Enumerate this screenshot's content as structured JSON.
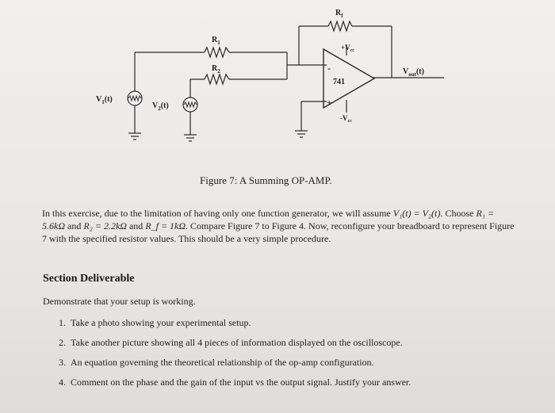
{
  "circuit": {
    "labels": {
      "rf": "R",
      "rf_sub": "f",
      "r1": "R",
      "r1_sub": "1",
      "r2": "R",
      "r2_sub": "2",
      "v1": "V",
      "v1_sub": "1",
      "v1_arg": "(t)",
      "v2": "V",
      "v2_sub": "2",
      "v2_arg": "(t)",
      "vout": "V",
      "vout_sub": "out",
      "vout_arg": "(t)",
      "opamp": "741",
      "vcc_pos": "+V",
      "vcc_pos_sub": "cc",
      "vcc_neg": "-V",
      "vcc_neg_sub": "cc",
      "minus": "-",
      "plus": "+"
    }
  },
  "figure_caption": "Figure 7: A Summing OP-AMP.",
  "paragraph": {
    "p1": "In this exercise, due to the limitation of having only one function generator, we will assume ",
    "eq_v": "V₁(t) = V₂(t).",
    "p2": " Choose ",
    "r1_eq": "R₁ = 5.6kΩ",
    "p3": " and ",
    "r2_eq": "R₂ = 2.2kΩ",
    "p4": " and ",
    "rf_eq": "R_f = 1kΩ.",
    "p5": " Compare Figure 7 to Figure 4. Now, reconfigure your breadboard to represent Figure 7 with the specified resistor values. This should be a very simple procedure."
  },
  "section": {
    "heading": "Section Deliverable",
    "intro": "Demonstrate that your setup is working.",
    "items": [
      {
        "num": "1.",
        "text": "Take a photo showing your experimental setup."
      },
      {
        "num": "2.",
        "text": "Take another picture showing all 4 pieces of information displayed on the oscilloscope."
      },
      {
        "num": "3.",
        "text": "An equation governing the theoretical relationship of the op-amp configuration."
      },
      {
        "num": "4.",
        "text": "Comment on the phase and the gain of the input vs the output signal. Justify your answer."
      }
    ]
  }
}
